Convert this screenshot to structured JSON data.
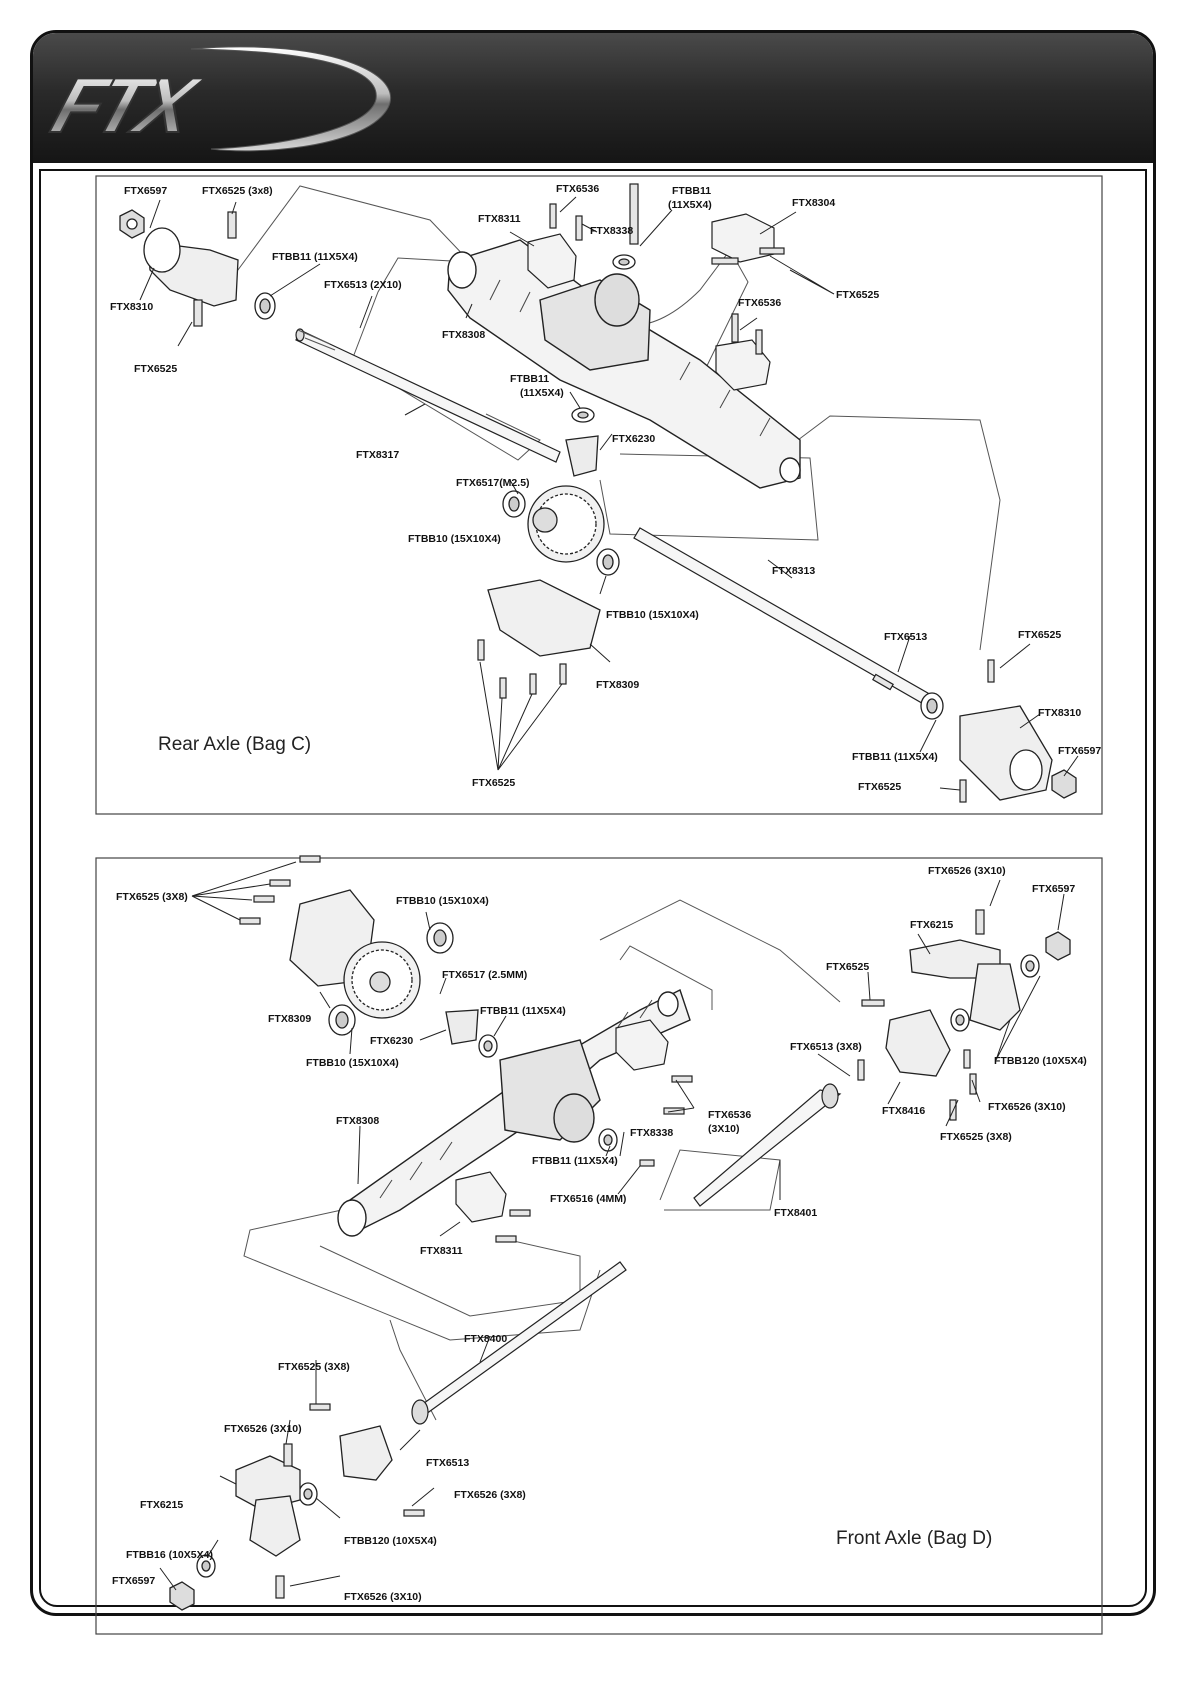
{
  "brand": {
    "logo_text": "FTX"
  },
  "rear": {
    "title": "Rear Axle (Bag C)",
    "labels": {
      "ftx6597_a": "FTX6597",
      "ftx6525_3x8": "FTX6525 (3x8)",
      "ftx8310_a": "FTX8310",
      "ftbb11_a": "FTBB11 (11X5X4)",
      "ftx6525_a": "FTX6525",
      "ftx6513_2x10": "FTX6513 (2X10)",
      "ftx8317": "FTX8317",
      "ftx6536_a": "FTX6536",
      "ftx8311": "FTX8311",
      "ftx8338": "FTX8338",
      "ftbb11_b1": "FTBB11",
      "ftbb11_b2": "(11X5X4)",
      "ftx8304": "FTX8304",
      "ftx6525_b": "FTX6525",
      "ftx6536_b": "FTX6536",
      "ftx8308": "FTX8308",
      "ftbb11_c1": "FTBB11",
      "ftbb11_c2": "(11X5X4)",
      "ftx6230": "FTX6230",
      "ftx6517": "FTX6517(M2.5)",
      "ftbb10_a": "FTBB10 (15X10X4)",
      "ftbb10_b": "FTBB10 (15X10X4)",
      "ftx8313": "FTX8313",
      "ftx6513": "FTX6513",
      "ftx6525_c": "FTX6525",
      "ftx8309": "FTX8309",
      "ftx8310_b": "FTX8310",
      "ftbb11_d": "FTBB11 (11X5X4)",
      "ftx6597_b": "FTX6597",
      "ftx6525_d": "FTX6525",
      "ftx6525_e": "FTX6525"
    }
  },
  "front": {
    "title": "Front Axle (Bag D)",
    "labels": {
      "ftx6525_3x8_a": "FTX6525 (3X8)",
      "ftbb10_a": "FTBB10 (15X10X4)",
      "ftx6526_3x10_a": "FTX6526 (3X10)",
      "ftx6597_a": "FTX6597",
      "ftx6215_a": "FTX6215",
      "ftx6517": "FTX6517 (2.5MM)",
      "ftx6525_a": "FTX6525",
      "ftbb11_a": "FTBB11 (11X5X4)",
      "ftx8309": "FTX8309",
      "ftx6230": "FTX6230",
      "ftbb10_b": "FTBB10 (15X10X4)",
      "ftx6513_3x8": "FTX6513 (3X8)",
      "ftbb120_a": "FTBB120 (10X5X4)",
      "ftx6536_1": "FTX6536",
      "ftx6536_2": "(3X10)",
      "ftx8416": "FTX8416",
      "ftx6526_3x10_b": "FTX6526 (3X10)",
      "ftx8308": "FTX8308",
      "ftx8338": "FTX8338",
      "ftx6525_3x8_b": "FTX6525 (3X8)",
      "ftbb11_b": "FTBB11 (11X5X4)",
      "ftx6516": "FTX6516 (4MM)",
      "ftx8401": "FTX8401",
      "ftx8311": "FTX8311",
      "ftx8400": "FTX8400",
      "ftx6525_3x8_c": "FTX6525 (3X8)",
      "ftx6526_3x10_c": "FTX6526 (3X10)",
      "ftx6513": "FTX6513",
      "ftx6215_b": "FTX6215",
      "ftx6526_3x8": "FTX6526 (3X8)",
      "ftbb120_b": "FTBB120 (10X5X4)",
      "ftbb16": "FTBB16 (10X5X4)",
      "ftx6597_b": "FTX6597",
      "ftx6526_3x10_d": "FTX6526 (3X10)"
    }
  }
}
